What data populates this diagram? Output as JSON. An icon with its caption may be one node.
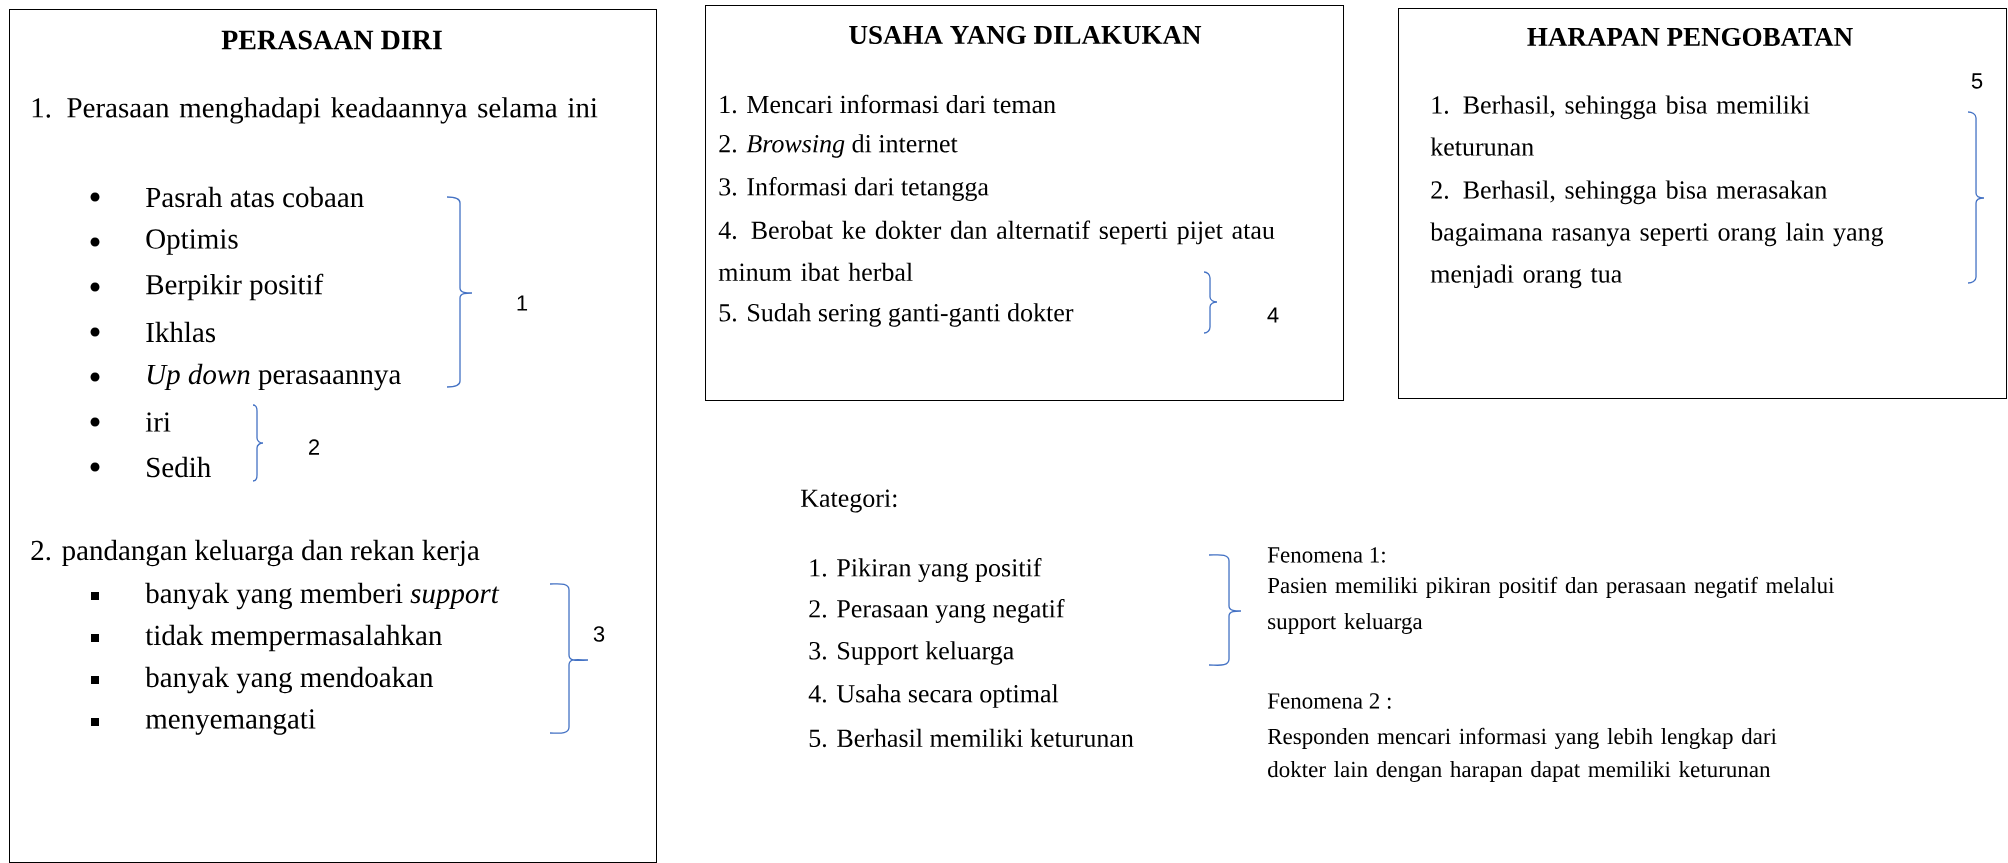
{
  "diagram": {
    "nodes": [
      {
        "text": [
          "PERASAAN DIRI",
          "1. Perasaan menghadapi keadaannya selama ini",
          "Pasrah atas cobaan",
          "Optimis",
          "Berpikir positif",
          "Ikhlas",
          "*Up down* perasaannya",
          "iri",
          "Sedih",
          "2. pandangan keluarga dan rekan kerja",
          "banyak yang memberi *support*",
          "tidak mempermasalahkan",
          "banyak yang mendoakan",
          "menyemangati"
        ]
      },
      {
        "text": [
          "USAHA YANG DILAKUKAN",
          "1. Mencari informasi dari teman",
          "2. *Browsing* di internet",
          "3. Informasi dari tetangga",
          "4. Berobat ke dokter dan alternatif seperti pijet atau minum ibat herbal",
          "5. Sudah sering ganti-ganti dokter"
        ]
      },
      {
        "text": [
          "HARAPAN PENGOBATAN",
          "1. Berhasil, sehingga bisa memiliki keturunan",
          "2. Berhasil, sehingga bisa merasakan bagaimana rasanya seperti orang lain yang menjadi orang tua"
        ]
      }
    ],
    "labels": [
      "1",
      "2",
      "3",
      "4",
      "5",
      "Kategori:",
      "1. Pikiran yang positif",
      "2. Perasaan yang negatif",
      "3. Support keluarga",
      "4. Usaha secara optimal",
      "5. Berhasil memiliki keturunan",
      "Fenomena 1:",
      "Pasien memiliki pikiran positif dan perasaan negatif melalui support keluarga",
      "Fenomena 2 :",
      "Responden mencari informasi yang lebih lengkap dari dokter lain dengan harapan dapat memiliki keturunan"
    ]
  }
}
